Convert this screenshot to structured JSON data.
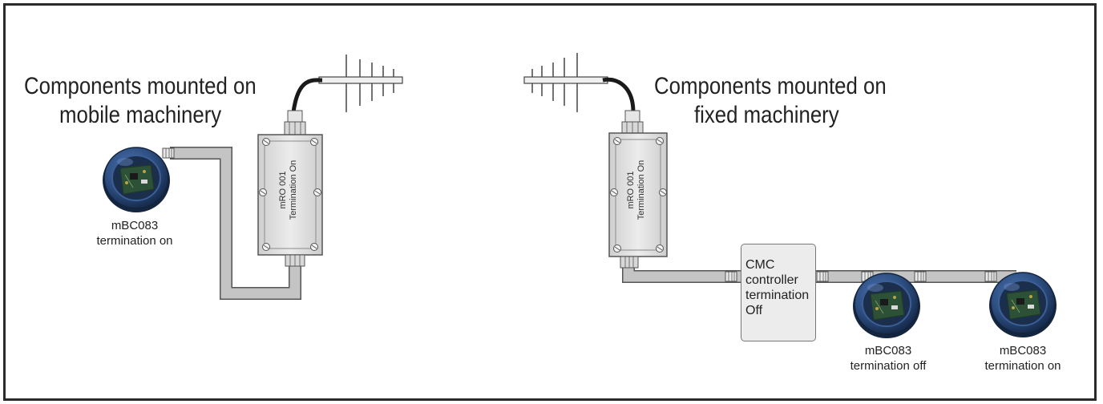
{
  "left_section": {
    "heading_line1": "Components mounted on",
    "heading_line2": "mobile machinery",
    "sensor": {
      "label_line1": "mBC083",
      "label_line2": "termination on"
    },
    "router": {
      "label_line1": "mRO 001",
      "label_line2": "Termination On"
    }
  },
  "right_section": {
    "heading_line1": "Components mounted on",
    "heading_line2": "fixed machinery",
    "router": {
      "label_line1": "mRO 001",
      "label_line2": "Termination On"
    },
    "controller": {
      "line1": "CMC",
      "line2": "controller",
      "line3": "termination",
      "line4": "Off"
    },
    "sensor_1": {
      "label_line1": "mBC083",
      "label_line2": "termination off"
    },
    "sensor_2": {
      "label_line1": "mBC083",
      "label_line2": "termination on"
    }
  },
  "colors": {
    "cable": "#c4c4c4",
    "cable_outline": "#555555",
    "router_body": "#e0e0e0",
    "sensor_housing": "#2e4f82",
    "sensor_face": "#1b2e4c",
    "circuit_board": "#2c5136"
  },
  "icons": [
    "antenna-icon",
    "router-box-icon",
    "sensor-device-icon",
    "connector-icon"
  ]
}
